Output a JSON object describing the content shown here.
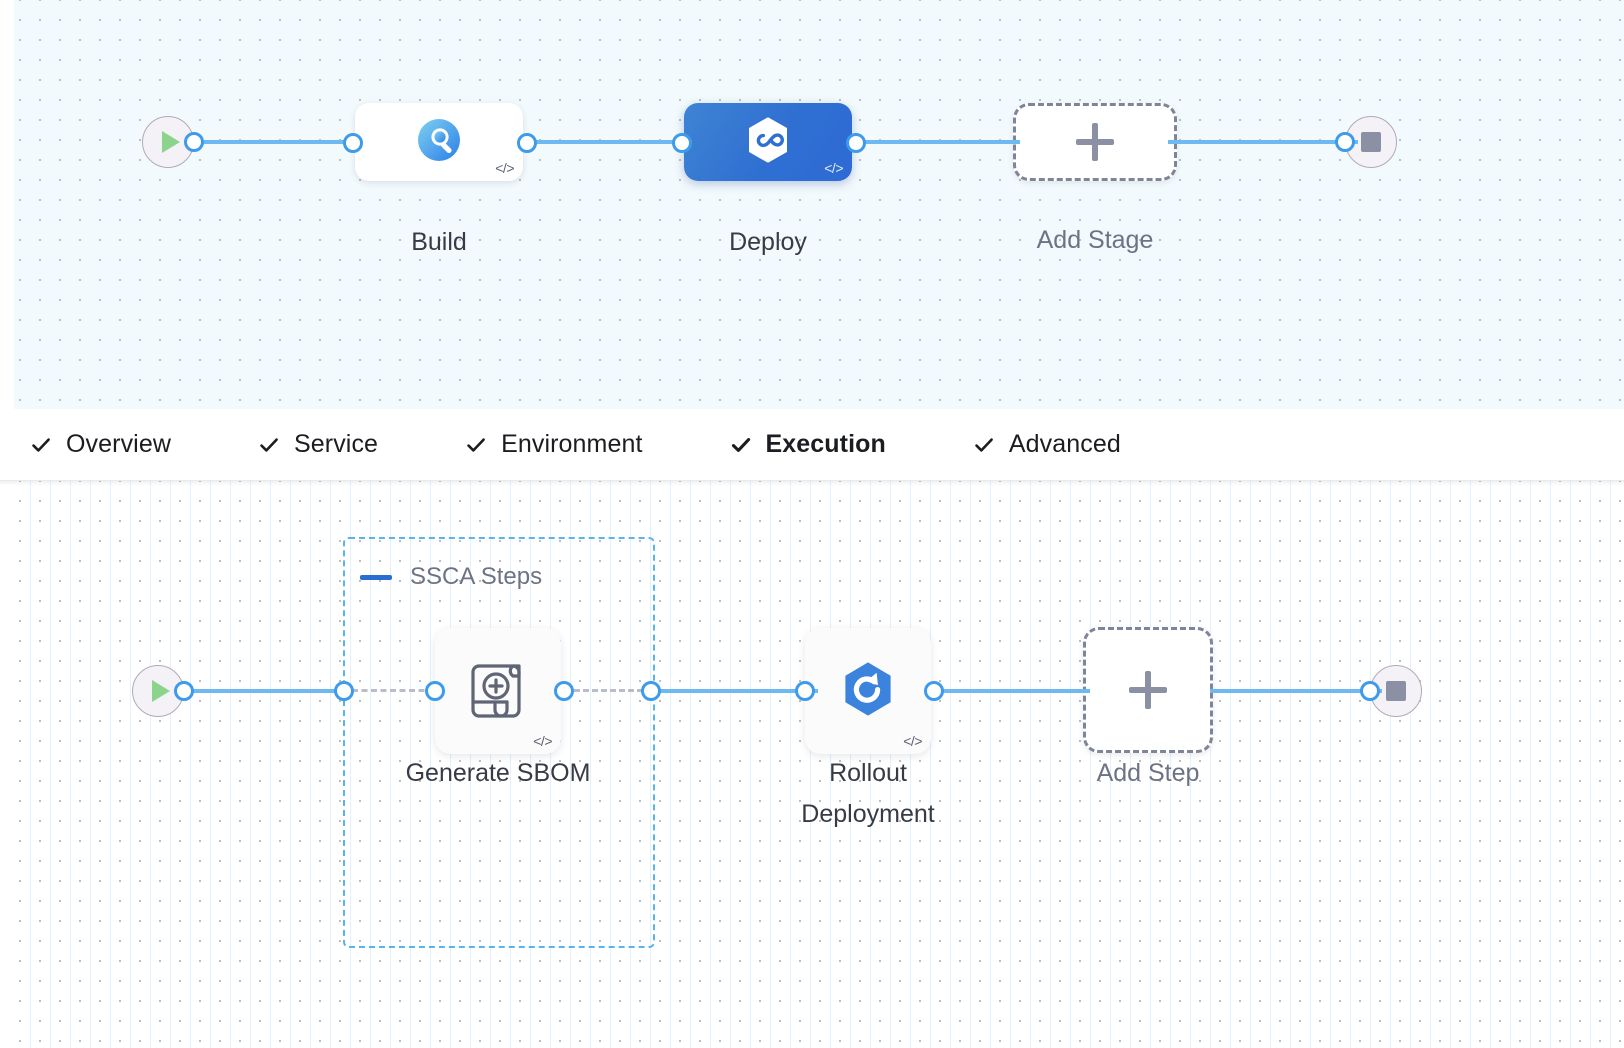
{
  "stages_canvas": {
    "start_node": {
      "name": "pipeline-start",
      "icon": "play-icon"
    },
    "end_node": {
      "name": "pipeline-end",
      "icon": "stop-square-icon"
    },
    "stages": [
      {
        "label": "Build",
        "icon": "build-magnifier-icon",
        "badge": "</>",
        "selected": false
      },
      {
        "label": "Deploy",
        "icon": "harness-hexagon-icon",
        "badge": "</>",
        "selected": true
      }
    ],
    "add_stage": {
      "label": "Add Stage",
      "icon": "plus-icon"
    }
  },
  "tabbar": {
    "tabs": [
      {
        "label": "Overview",
        "icon": "check-icon",
        "active": false
      },
      {
        "label": "Service",
        "icon": "check-icon",
        "active": false
      },
      {
        "label": "Environment",
        "icon": "check-icon",
        "active": false
      },
      {
        "label": "Execution",
        "icon": "check-icon",
        "active": true
      },
      {
        "label": "Advanced",
        "icon": "check-icon",
        "active": false
      }
    ],
    "active_underline_color": "#1b6ec7"
  },
  "steps_canvas": {
    "start_node": {
      "name": "execution-start",
      "icon": "play-icon"
    },
    "end_node": {
      "name": "execution-end",
      "icon": "stop-square-icon"
    },
    "group": {
      "title": "SSCA Steps",
      "collapse_icon": "minus-icon",
      "border_color": "#57b4ef"
    },
    "steps": [
      {
        "label": "Generate SBOM",
        "icon": "scroll-plus-icon",
        "badge": "</>"
      },
      {
        "label": "Rollout\nDeployment",
        "icon": "rollout-hexagon-icon",
        "badge": "</>"
      }
    ],
    "add_step": {
      "label": "Add Step",
      "icon": "plus-icon"
    }
  },
  "colors": {
    "edge": "#6ebaf0",
    "port_border": "#3e9bec",
    "selected_stage": "#2f6fd1",
    "dashed_add": "#7f8598",
    "play_green": "#8cd48c",
    "stop_gray": "#8c90a5"
  }
}
